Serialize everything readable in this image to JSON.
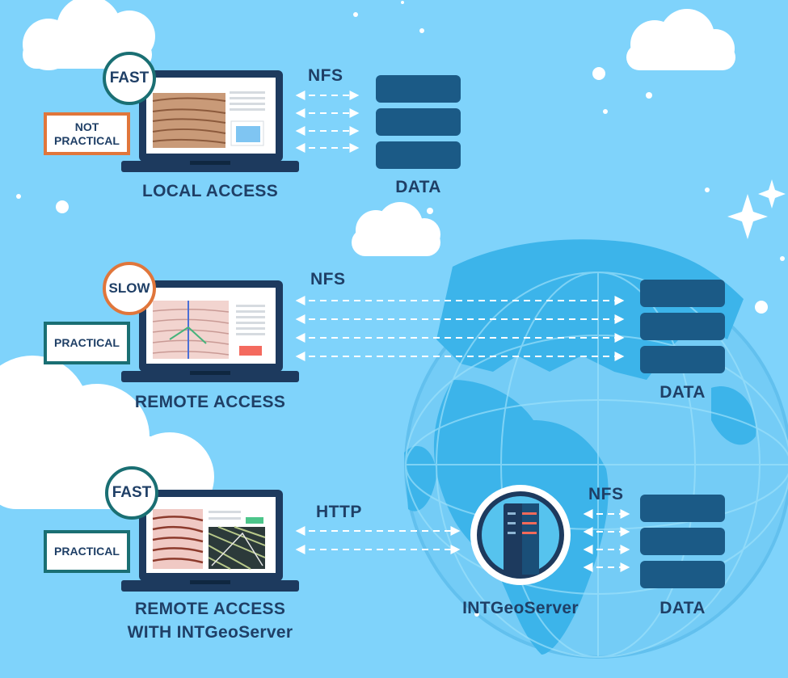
{
  "rows": {
    "local": {
      "badge": "FAST",
      "tag": "NOT PRACTICAL",
      "label": "LOCAL ACCESS",
      "protocol": "NFS",
      "data_label": "DATA"
    },
    "remote": {
      "badge": "SLOW",
      "tag": "PRACTICAL",
      "label": "REMOTE ACCESS",
      "protocol": "NFS",
      "data_label": "DATA"
    },
    "intgeo": {
      "badge": "FAST",
      "tag": "PRACTICAL",
      "label_line1": "REMOTE ACCESS",
      "label_line2": "WITH INTGeoServer",
      "protocol_http": "HTTP",
      "server_label": "INTGeoServer",
      "protocol_nfs": "NFS",
      "data_label": "DATA"
    }
  },
  "colors": {
    "sky": "#7fd3fb",
    "text": "#1f3f66",
    "fast_border": "#1a6f73",
    "slow_border": "#e0763b",
    "database": "#1b5a86",
    "laptop": "#1d3a5e"
  },
  "icons": [
    "laptop-icon",
    "database-icon",
    "server-icon",
    "cloud-icon",
    "globe-icon",
    "sparkle-icon"
  ]
}
